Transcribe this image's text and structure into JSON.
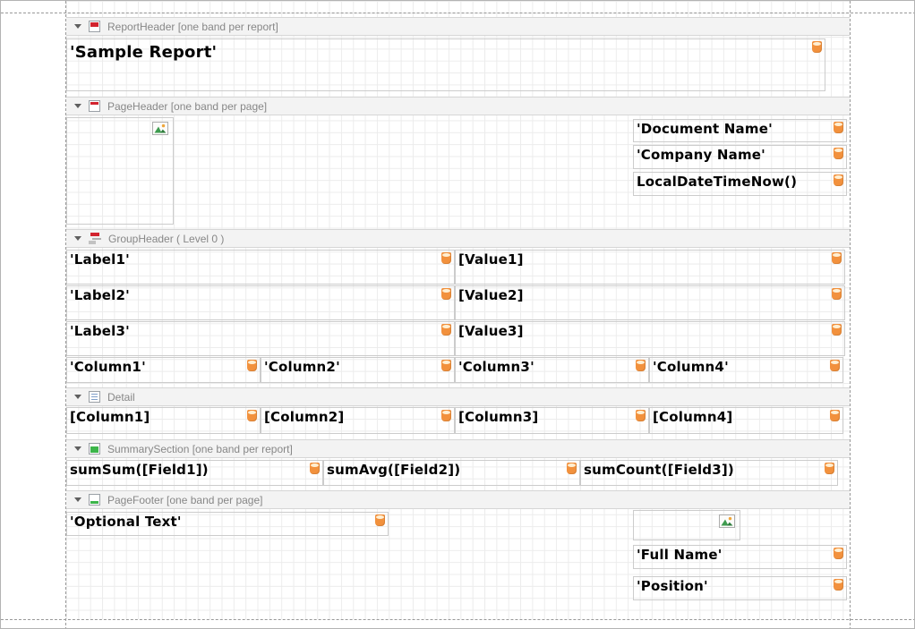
{
  "colors": {
    "band_red": "#d2232e",
    "band_green": "#3cb54a",
    "field_icon_orange": "#f2913d",
    "strip_background": "#f3f3f3",
    "strip_text": "#878787",
    "grid_line": "#ececec"
  },
  "bands": {
    "report_header": {
      "label": "ReportHeader [one band per report]",
      "title": "'Sample Report'"
    },
    "page_header": {
      "label": "PageHeader [one band per page]",
      "document_name": "'Document Name'",
      "company_name": "'Company Name'",
      "date_time": "LocalDateTimeNow()"
    },
    "group_header": {
      "label": "GroupHeader ( Level 0 )",
      "rows": [
        {
          "label": "'Label1'",
          "value": "[Value1]"
        },
        {
          "label": "'Label2'",
          "value": "[Value2]"
        },
        {
          "label": "'Label3'",
          "value": "[Value3]"
        }
      ],
      "columns": [
        "'Column1'",
        "'Column2'",
        "'Column3'",
        "'Column4'"
      ]
    },
    "detail": {
      "label": "Detail",
      "columns": [
        "[Column1]",
        "[Column2]",
        "[Column3]",
        "[Column4]"
      ]
    },
    "summary_section": {
      "label": "SummarySection [one band per report]",
      "cells": [
        "sumSum([Field1])",
        "sumAvg([Field2])",
        "sumCount([Field3])"
      ]
    },
    "page_footer": {
      "label": "PageFooter [one band per page]",
      "optional_text": "'Optional Text'",
      "full_name": "'Full Name'",
      "position": "'Position'"
    }
  }
}
